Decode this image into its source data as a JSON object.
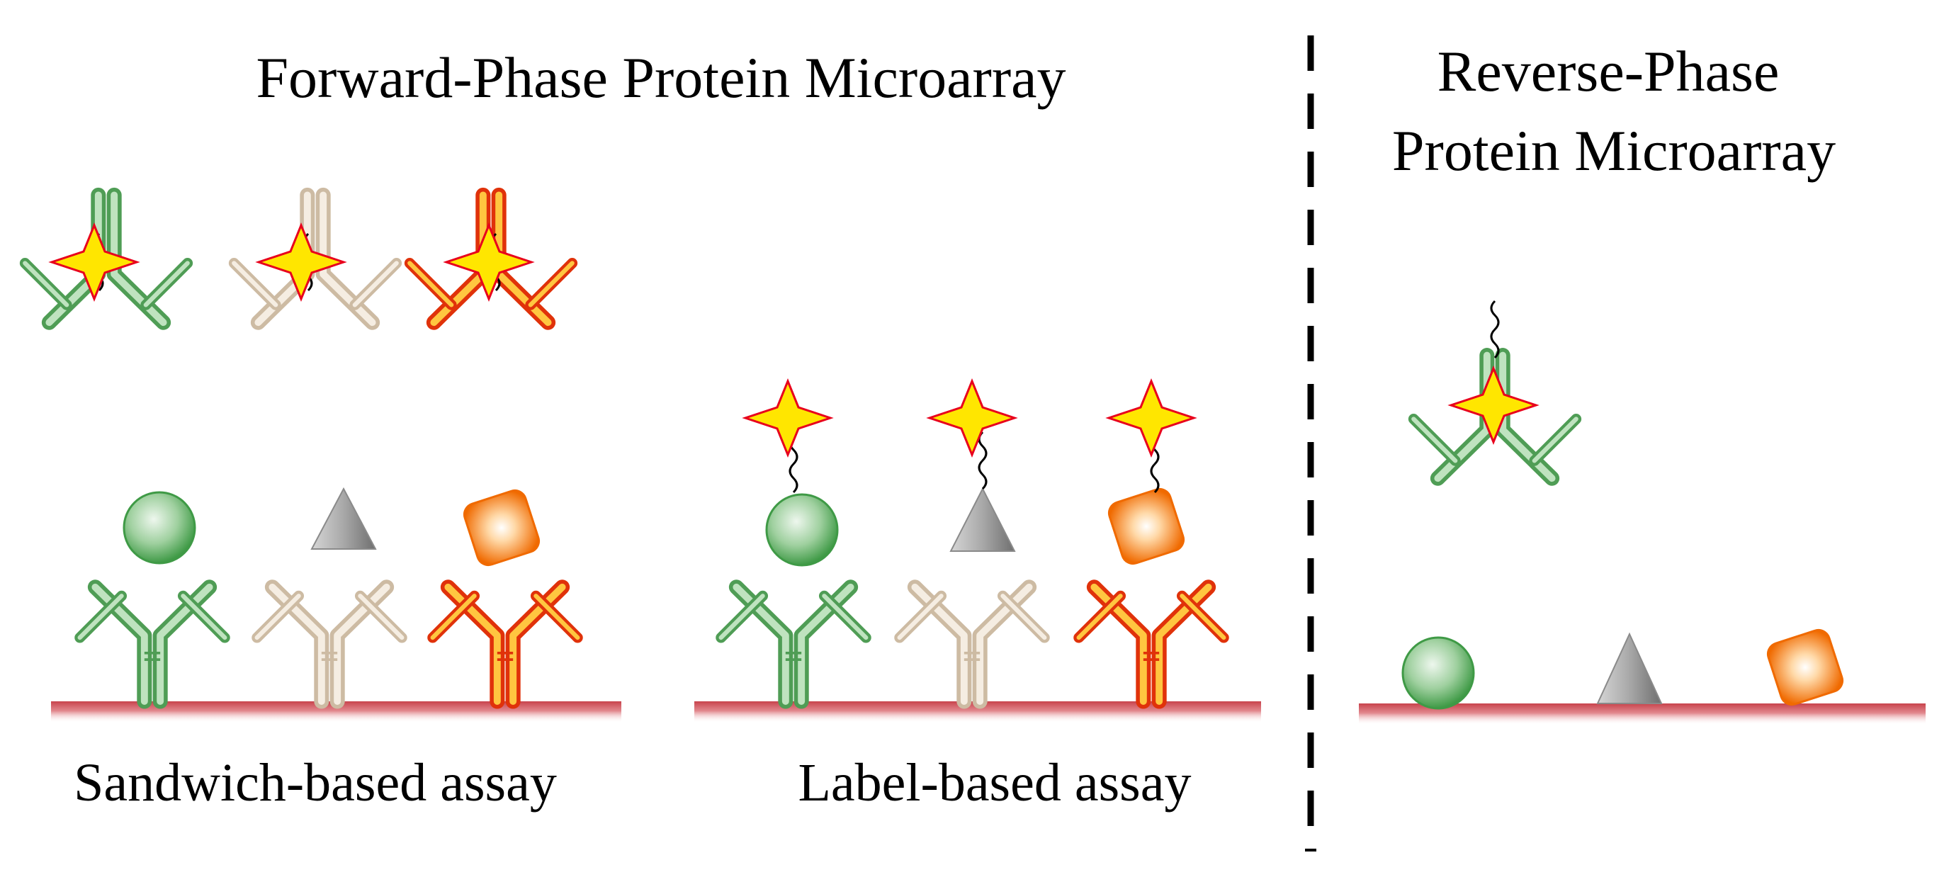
{
  "titles": {
    "forward": "Forward-Phase Protein Microarray",
    "reverse_line1": "Reverse-Phase",
    "reverse_line2": "Protein Microarray"
  },
  "labels": {
    "sandwich": "Sandwich-based assay",
    "label_based": "Label-based assay"
  },
  "colors": {
    "green_antibody": "#6cb86c",
    "beige_antibody": "#eadbc8",
    "orange_antibody": "#f07800",
    "star_fill": "#ffe600",
    "star_edge": "#e8001c",
    "surface": "#c8434c",
    "sphere": "#5fae5f",
    "triangle": "#9a9a9a",
    "cube": "#f57b10"
  }
}
